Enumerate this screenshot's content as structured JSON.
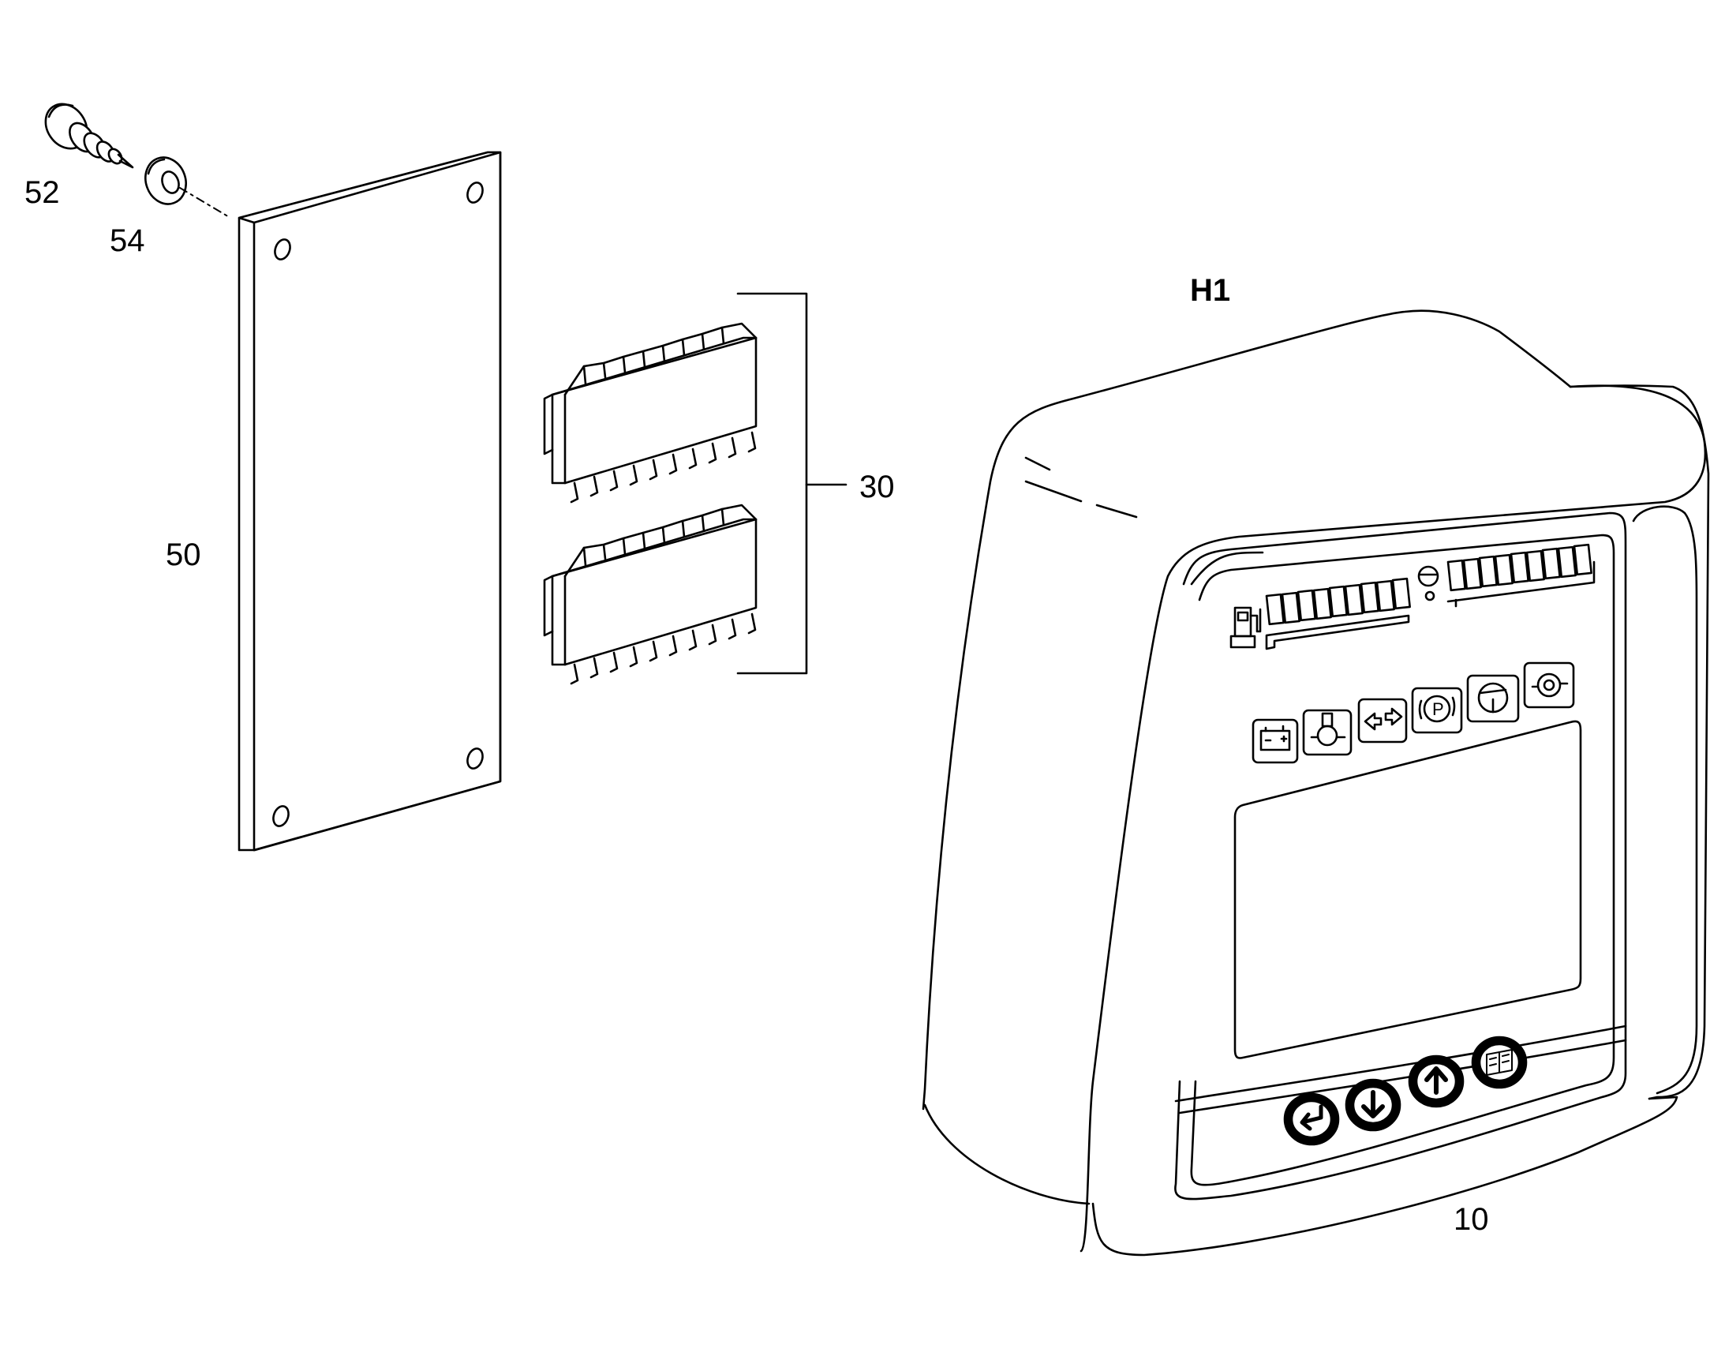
{
  "diagram": {
    "callouts": [
      {
        "id": "52",
        "text": "52"
      },
      {
        "id": "54",
        "text": "54"
      },
      {
        "id": "50",
        "text": "50"
      },
      {
        "id": "30",
        "text": "30"
      },
      {
        "id": "H1",
        "text": "H1"
      },
      {
        "id": "10",
        "text": "10"
      }
    ],
    "parts": [
      {
        "callout": "52",
        "icon": "self-tapping-screw-icon"
      },
      {
        "callout": "54",
        "icon": "washer-icon"
      },
      {
        "callout": "50",
        "icon": "cover-plate-icon"
      },
      {
        "callout": "30",
        "icon": "connector-pair-icon"
      },
      {
        "callout": "10",
        "icon": "display-unit-icon"
      }
    ],
    "display_buttons": [
      {
        "icon": "enter-arrow-icon"
      },
      {
        "icon": "down-arrow-icon"
      },
      {
        "icon": "up-arrow-icon"
      },
      {
        "icon": "manual-book-icon"
      }
    ],
    "warning_icons": [
      {
        "icon": "battery-icon"
      },
      {
        "icon": "oil-pressure-icon"
      },
      {
        "icon": "turn-signal-icon"
      },
      {
        "icon": "parking-brake-icon"
      },
      {
        "icon": "steering-wheel-icon"
      },
      {
        "icon": "engine-oil-icon"
      }
    ],
    "gauge_icons": [
      {
        "icon": "fuel-pump-icon"
      },
      {
        "icon": "coolant-temp-icon"
      }
    ],
    "line_color": "#000000",
    "background": "#ffffff"
  }
}
